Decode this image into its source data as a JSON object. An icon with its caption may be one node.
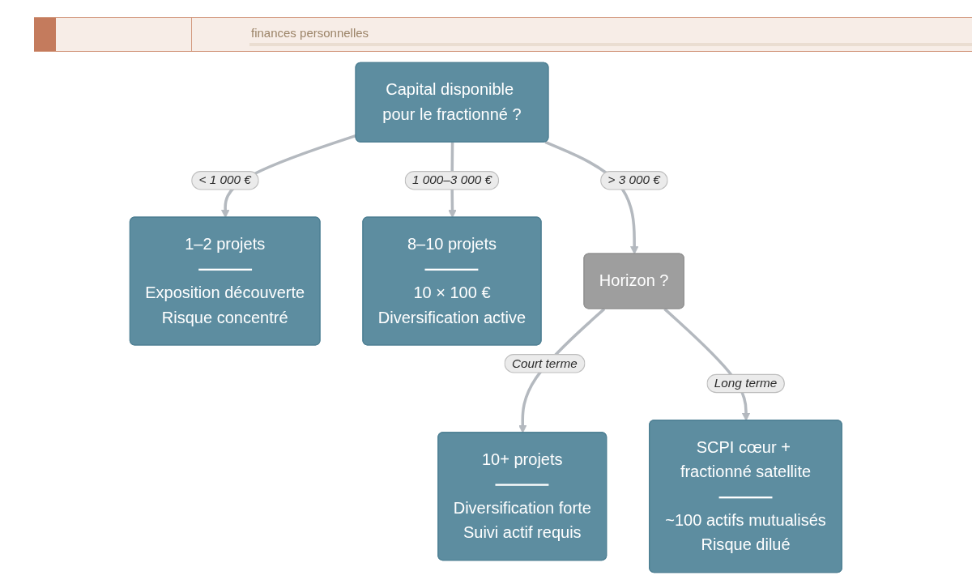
{
  "diagram": {
    "nodes": [
      {
        "text": [
          "Capital disponible pour le fractionné ?"
        ]
      },
      {
        "text": [
          "1–2 projets",
          "Exposition découverte",
          "Risque concentré"
        ]
      },
      {
        "text": [
          "8–10 projets",
          "10 × 100 €",
          "Diversification active"
        ]
      },
      {
        "text": [
          "Horizon ?"
        ]
      },
      {
        "text": [
          "10+ projets",
          "Diversification forte",
          "Suivi actif requis"
        ]
      },
      {
        "text": [
          "SCPI cœur + fractionné satellite",
          "~100 actifs mutualisés",
          "Risque dilué"
        ]
      }
    ],
    "edges": [
      {
        "from": 0,
        "to": 1,
        "arrow": "to",
        "label": "< 1 000 €"
      },
      {
        "from": 0,
        "to": 2,
        "arrow": "to",
        "label": "1 000–3 000 €"
      },
      {
        "from": 0,
        "to": 3,
        "arrow": "to",
        "label": "> 3 000 €"
      },
      {
        "from": 3,
        "to": 4,
        "arrow": "to",
        "label": "Court terme"
      },
      {
        "from": 3,
        "to": 5,
        "arrow": "to",
        "label": "Long terme"
      }
    ],
    "labels": [
      "finances personnelles"
    ]
  }
}
